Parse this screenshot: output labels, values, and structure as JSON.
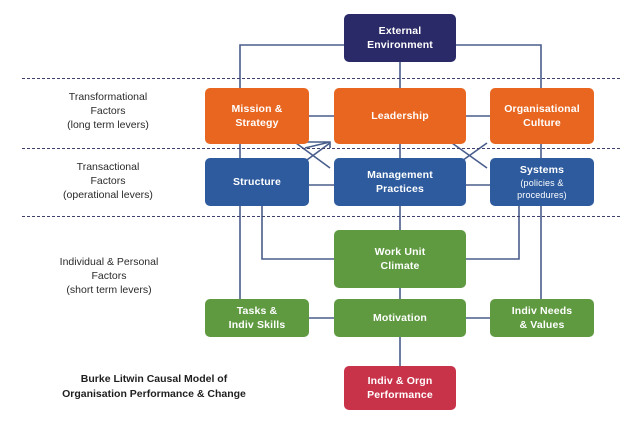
{
  "diagram": {
    "caption": {
      "line1": "Burke Litwin Causal Model of",
      "line2": "Organisation Performance & Change"
    },
    "bands": [
      {
        "id": "transformational",
        "line1": "Transformational",
        "line2": "Factors",
        "line3": "(long term levers)"
      },
      {
        "id": "transactional",
        "line1": "Transactional",
        "line2": "Factors",
        "line3": "(operational levers)"
      },
      {
        "id": "individual",
        "line1": "Individual & Personal",
        "line2": "Factors",
        "line3": "(short term levers)"
      }
    ],
    "nodes": {
      "external_environment": {
        "line1": "External",
        "line2": "Environment",
        "color": "#2b2a68"
      },
      "mission_strategy": {
        "line1": "Mission &",
        "line2": "Strategy",
        "color": "#e8661f"
      },
      "leadership": {
        "line1": "Leadership",
        "line2": "",
        "color": "#e8661f"
      },
      "organisational_culture": {
        "line1": "Organisational",
        "line2": "Culture",
        "color": "#e8661f"
      },
      "structure": {
        "line1": "Structure",
        "line2": "",
        "color": "#2d5b9e"
      },
      "management_practices": {
        "line1": "Management",
        "line2": "Practices",
        "color": "#2d5b9e"
      },
      "systems": {
        "line1": "Systems",
        "sub1": "(policies &",
        "sub2": "procedures)",
        "color": "#2d5b9e"
      },
      "work_unit_climate": {
        "line1": "Work Unit",
        "line2": "Climate",
        "color": "#5f9a41"
      },
      "tasks_indiv_skills": {
        "line1": "Tasks &",
        "line2": "Indiv Skills",
        "color": "#5f9a41"
      },
      "motivation": {
        "line1": "Motivation",
        "line2": "",
        "color": "#5f9a41"
      },
      "indiv_needs_values": {
        "line1": "Indiv Needs",
        "line2": "& Values",
        "color": "#5f9a41"
      },
      "indiv_orgn_performance": {
        "line1": "Indiv & Orgn",
        "line2": "Performance",
        "color": "#c8334a"
      }
    },
    "palette": {
      "navy": "#2b2a68",
      "orange": "#e8661f",
      "blue": "#2d5b9e",
      "green": "#5f9a41",
      "crimson": "#c8334a",
      "connector": "#4a5e8c",
      "divider": "#3f3f6b",
      "background": "#ffffff"
    }
  }
}
